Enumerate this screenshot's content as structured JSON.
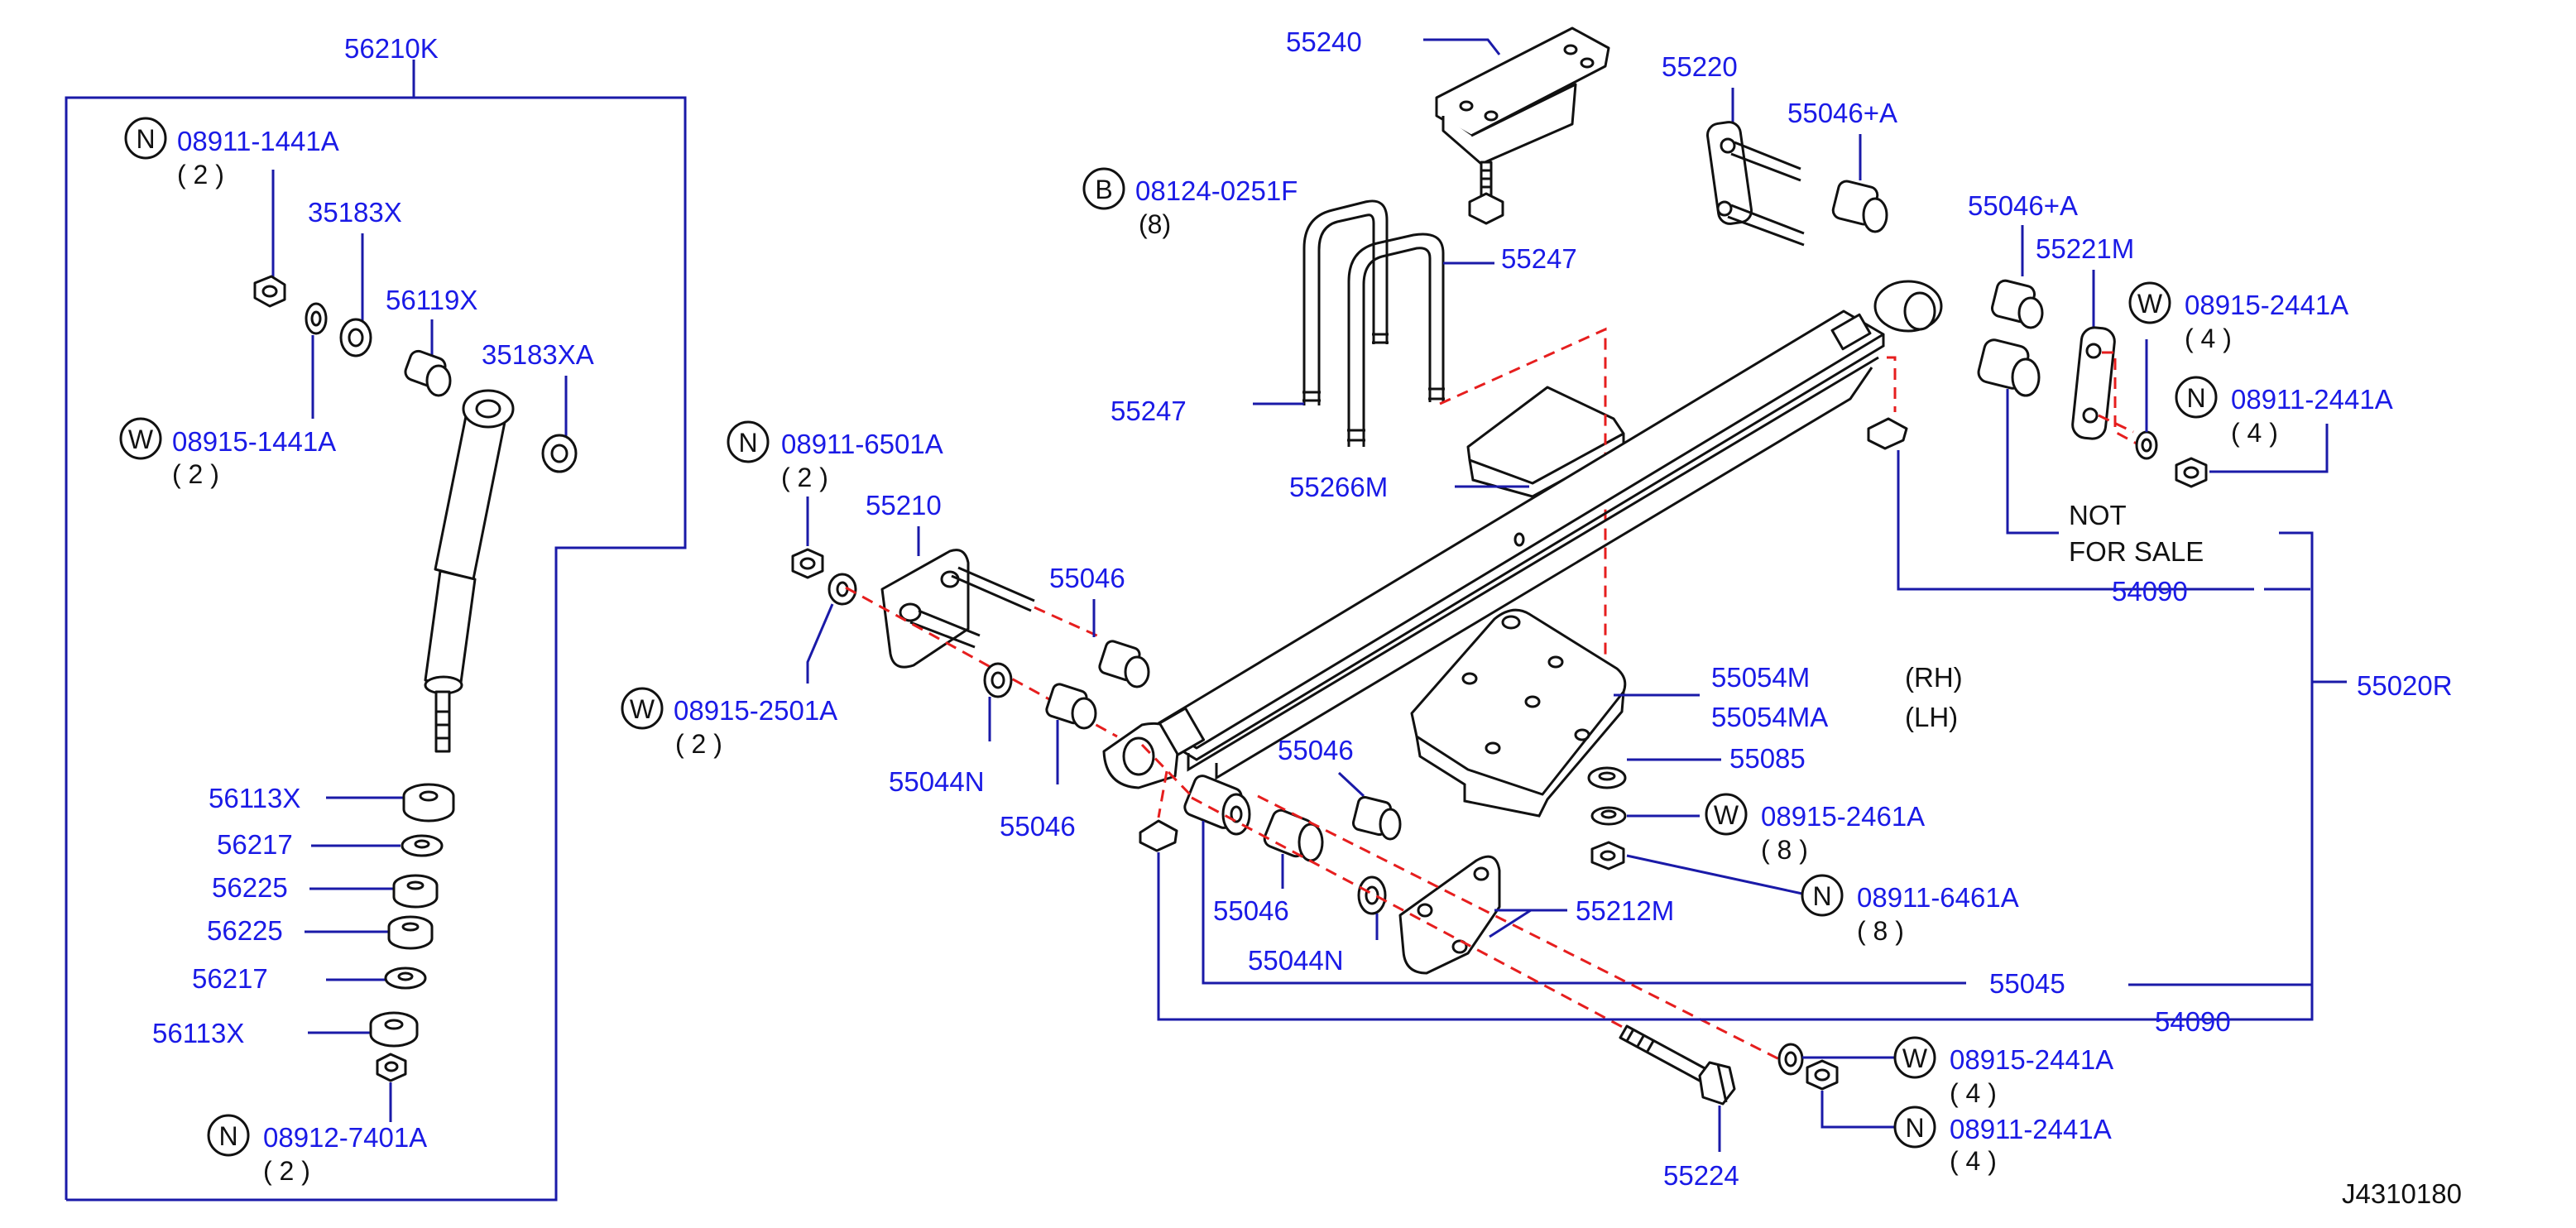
{
  "colors": {
    "callout": "#1a1ae6",
    "leader": "#1a1aa8",
    "dash": "#e61e1e",
    "ink": "#111111"
  },
  "symbols": {
    "nut": "N",
    "washer": "W",
    "bolt": "B"
  },
  "labels": {
    "p56210K": "56210K",
    "n08911_1441A": "08911-1441A",
    "q08911_1441A": "( 2 )",
    "p35183X": "35183X",
    "p56119X": "56119X",
    "w08915_1441A": "08915-1441A",
    "q08915_1441A": "( 2 )",
    "p35183XA": "35183XA",
    "p56113X_top": "56113X",
    "p56217_top": "56217",
    "p56225_a": "56225",
    "p56225_b": "56225",
    "p56217_bot": "56217",
    "p56113X_bot": "56113X",
    "n08912_7401A": "08912-7401A",
    "q08912_7401A": "( 2 )",
    "n08911_6501A": "08911-6501A",
    "q08911_6501A": "( 2 )",
    "p55210": "55210",
    "p55046_a": "55046",
    "w08915_2501A": "08915-2501A",
    "q08915_2501A": "( 2 )",
    "p55044N_a": "55044N",
    "p55046_b": "55046",
    "p55240": "55240",
    "b08124_0251F": "08124-0251F",
    "q08124_0251F": "(8)",
    "p55247_a": "55247",
    "p55247_b": "55247",
    "p55266M": "55266M",
    "p55220": "55220",
    "p55046A_a": "55046+A",
    "p55046A_b": "55046+A",
    "p55221M": "55221M",
    "w08915_2441A_top": "08915-2441A",
    "q08915_2441A_top": "( 4 )",
    "n08911_2441A_top": "08911-2441A",
    "q08911_2441A_top": "( 4 )",
    "not_for_sale_1": "NOT",
    "not_for_sale_2": "FOR  SALE",
    "p54090_top": "54090",
    "p55020R": "55020R",
    "p55054M": "55054M",
    "rh": "(RH)",
    "p55054MA": "55054MA",
    "lh": "(LH)",
    "p55085": "55085",
    "w08915_2461A": "08915-2461A",
    "q08915_2461A": "( 8 )",
    "n08911_6461A": "08911-6461A",
    "q08911_6461A": "( 8 )",
    "p55046_c": "55046",
    "p55046_d": "55046",
    "p55044N_b": "55044N",
    "p55212M": "55212M",
    "p55045": "55045",
    "p54090_bot": "54090",
    "w08915_2441A_bot": "08915-2441A",
    "q08915_2441A_bot": "( 4 )",
    "n08911_2441A_bot": "08911-2441A",
    "q08911_2441A_bot": "( 4 )",
    "p55224": "55224",
    "diagram_id": "J4310180"
  }
}
